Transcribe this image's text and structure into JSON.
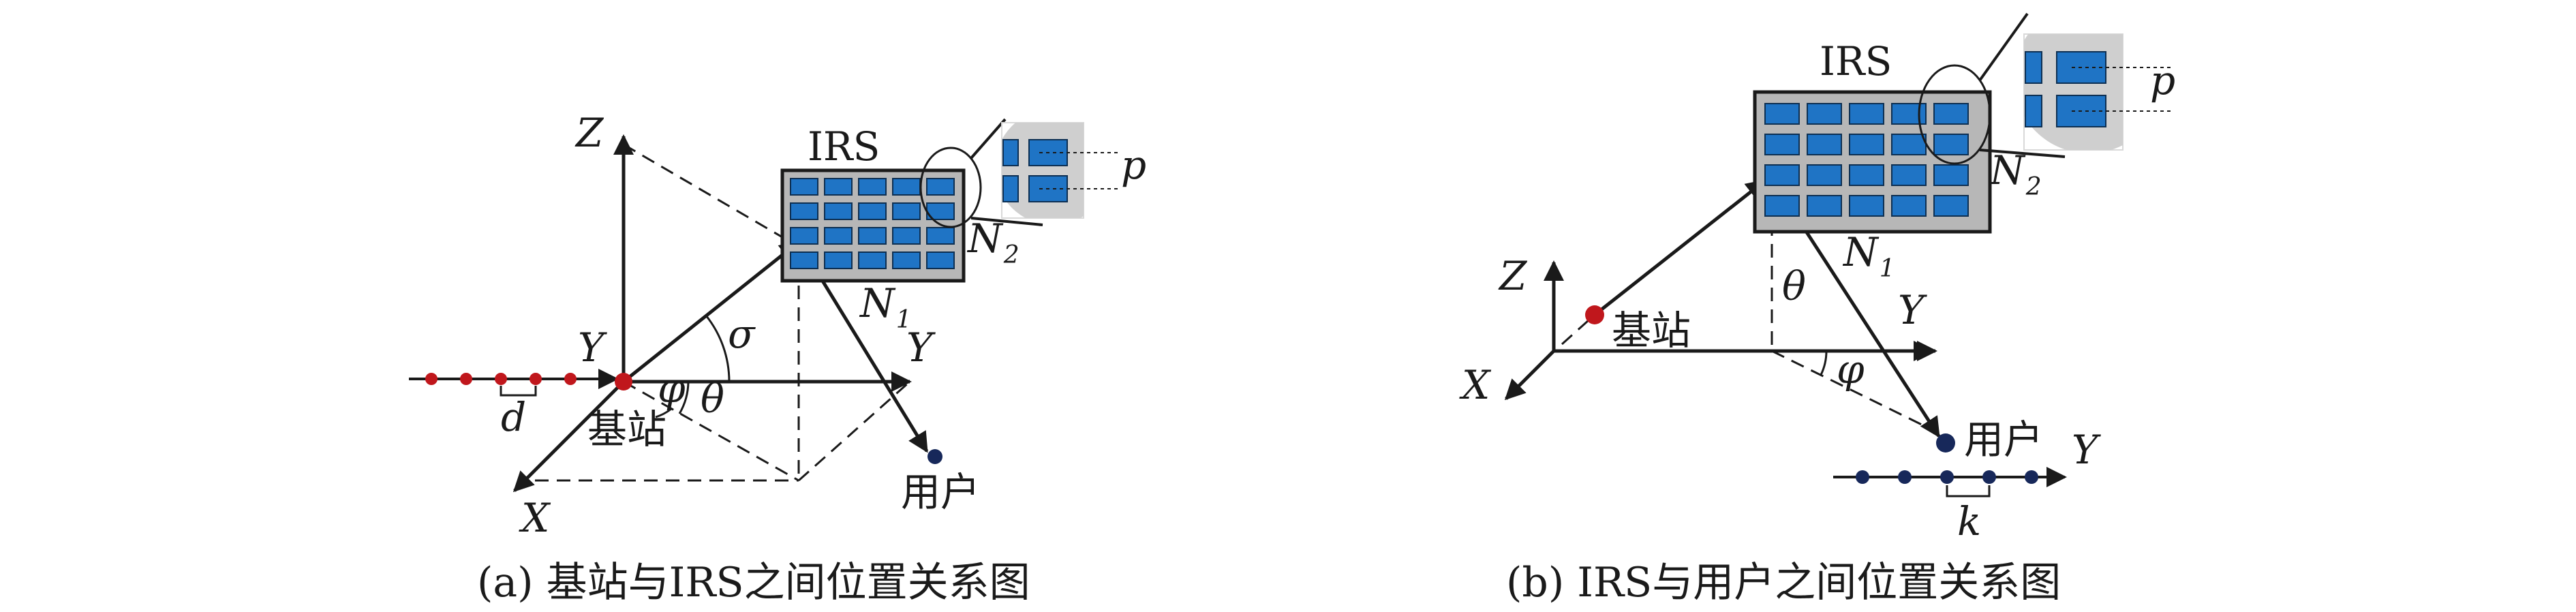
{
  "colors": {
    "line": "#1a1a1a",
    "irs_panel": "#b7b7b7",
    "irs_cell": "#1f74c5",
    "irs_cell_edge": "#0d2f52",
    "base_station_dot": "#c0171c",
    "user_dot": "#17285a",
    "zoom_bg": "#cfcfcf"
  },
  "panel_a": {
    "caption": "(a) 基站与IRS之间位置关系图",
    "axis_z": "Z",
    "axis_y_left": "Y",
    "axis_y_right": "Y",
    "axis_x": "X",
    "irs_label": "IRS",
    "n2_main": "N",
    "n2_sub": "2",
    "n1_main": "N",
    "n1_sub": "1",
    "p_label": "p",
    "sigma": "σ",
    "theta": "θ",
    "phi": "φ",
    "d_label": "d",
    "base_station": "基站",
    "user": "用户"
  },
  "panel_b": {
    "caption": "(b) IRS与用户之间位置关系图",
    "axis_z": "Z",
    "axis_x": "X",
    "axis_y_mid": "Y",
    "axis_y_right": "Y",
    "irs_label": "IRS",
    "n2_main": "N",
    "n2_sub": "2",
    "n1_main": "N",
    "n1_sub": "1",
    "p_label": "p",
    "theta": "θ",
    "phi": "φ",
    "k_label": "k",
    "base_station": "基站",
    "user": "用户"
  }
}
